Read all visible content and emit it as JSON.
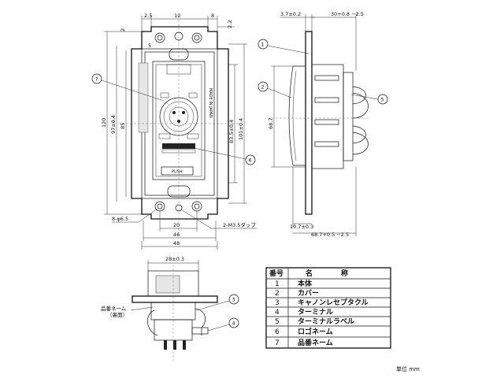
{
  "front_view": {
    "top_dims": [
      "2.5",
      "10",
      "8"
    ],
    "top_right_dim": "2.2",
    "left_small_dim": "2",
    "inner_dim_5": "5",
    "label_7": "7",
    "label_6": "6",
    "left_dims": [
      "120",
      "97±0.4",
      "85"
    ],
    "right_dims": [
      "83.5±0.4",
      "101±0.4"
    ],
    "bottom_dims": [
      "20",
      "46",
      "48"
    ],
    "hole_dim": "8-φ6.5",
    "tap_label": "2-M3.5タップ",
    "push_label": "PUSH",
    "made_in_japan": "MADE IN JAPAN"
  },
  "side_view": {
    "top_dims": [
      "3.7±0.2",
      "30+0.8 −2.5"
    ],
    "left_dim": "68.7",
    "bottom_dims": [
      "10.7±0.3",
      "68.7+0.5 −2.5"
    ],
    "labels": [
      "1",
      "2",
      "5"
    ]
  },
  "bottom_view": {
    "width_dim": "28±0.3",
    "nameplate_label": "品番ネーム",
    "nameplate_sub": "（裏面）",
    "labels": [
      "3",
      "4"
    ]
  },
  "parts_table": {
    "headers": [
      "番号",
      "名　　　　称"
    ],
    "rows": [
      {
        "no": "1",
        "name": "本体"
      },
      {
        "no": "2",
        "name": "カバー"
      },
      {
        "no": "3",
        "name": "キャノンレセプタクル"
      },
      {
        "no": "4",
        "name": "ターミナル"
      },
      {
        "no": "5",
        "name": "ターミナルラベル"
      },
      {
        "no": "6",
        "name": "ロゴネーム"
      },
      {
        "no": "7",
        "name": "品番ネーム"
      }
    ]
  },
  "unit_label": "単位 mm"
}
